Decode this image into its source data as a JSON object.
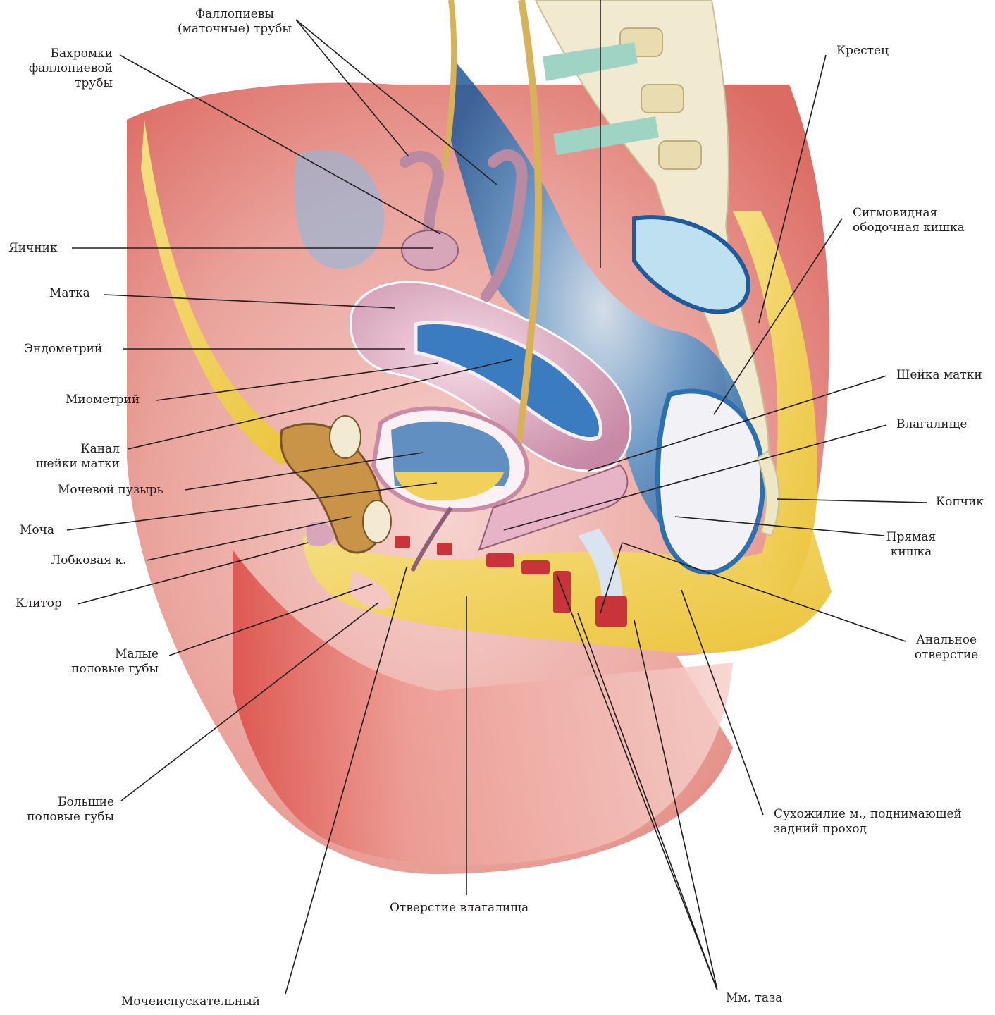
{
  "colors": {
    "skin": "#e9a79f",
    "skin_dark": "#d9534a",
    "fat": "#f2d35a",
    "bone": "#efe6c6",
    "organ_pink": "#e7b3c7",
    "lumen_blue": "#3d7bbf",
    "lumen_light": "#a9cde6",
    "muscle_red": "#c8343a",
    "nerve": "#d8b25a",
    "leader": "#231f20",
    "text": "#231f20"
  },
  "labels": {
    "fallopian_tubes": "Фаллопиевы\n(маточные) трубы",
    "fimbriae": "Бахромки\nфаллопиевой\nтрубы",
    "sacrum": "Крестец",
    "ovary": "Яичник",
    "sigmoid": "Сигмовидная\nободочная кишка",
    "uterus": "Матка",
    "endometrium": "Эндометрий",
    "myometrium": "Миометрий",
    "cervix": "Шейка матки",
    "cervical_canal": "Канал\nшейки матки",
    "vagina": "Влагалище",
    "bladder": "Мочевой пузырь",
    "urine": "Моча",
    "coccyx": "Копчик",
    "pubic_bone": "Лобковая к.",
    "rectum": "Прямая\nкишка",
    "clitoris": "Клитор",
    "anus": "Анальное\nотверстие",
    "labia_minora": "Малые\nполовые губы",
    "labia_majora": "Большие\nполовые губы",
    "levator_tendon": "Сухожилие м., поднимающей\nзадний проход",
    "vaginal_opening": "Отверстие влагалища",
    "urethra": "Мочеиспускательный",
    "pelvic_muscles": "Мм. таза"
  }
}
